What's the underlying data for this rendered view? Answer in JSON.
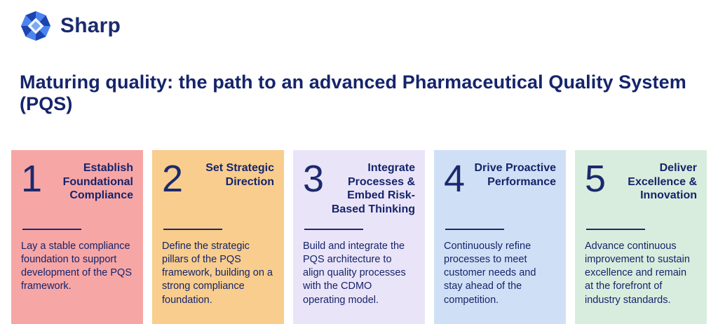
{
  "brand": {
    "name": "Sharp"
  },
  "title": "Maturing quality: the path to an advanced Pharmaceutical Quality System (PQS)",
  "colors": {
    "accent_navy": "#15246b",
    "logo_blue_dark": "#1b44b0",
    "logo_blue_light": "#4b84ee"
  },
  "cards": [
    {
      "number": "1",
      "title": "Establish Foundational Compliance",
      "body": "Lay a stable compliance foundation to support development of the PQS framework.",
      "bg": "#f7a6a6"
    },
    {
      "number": "2",
      "title": "Set Strategic Direction",
      "body": "Define the strategic pillars of the PQS framework, building on a strong compliance foundation.",
      "bg": "#f8cd8e"
    },
    {
      "number": "3",
      "title": "Integrate Processes & Embed Risk-Based Thinking",
      "body": "Build and integrate the PQS architecture to align quality processes with the CDMO operating model.",
      "bg": "#eae4f8"
    },
    {
      "number": "4",
      "title": "Drive Proactive Performance",
      "body": "Continuously refine processes to meet customer needs and stay ahead of the competition.",
      "bg": "#cfe0f6"
    },
    {
      "number": "5",
      "title": "Deliver Excellence & Innovation",
      "body": "Advance continuous improvement to sustain excellence and remain at the forefront of industry standards.",
      "bg": "#d9edde"
    }
  ]
}
